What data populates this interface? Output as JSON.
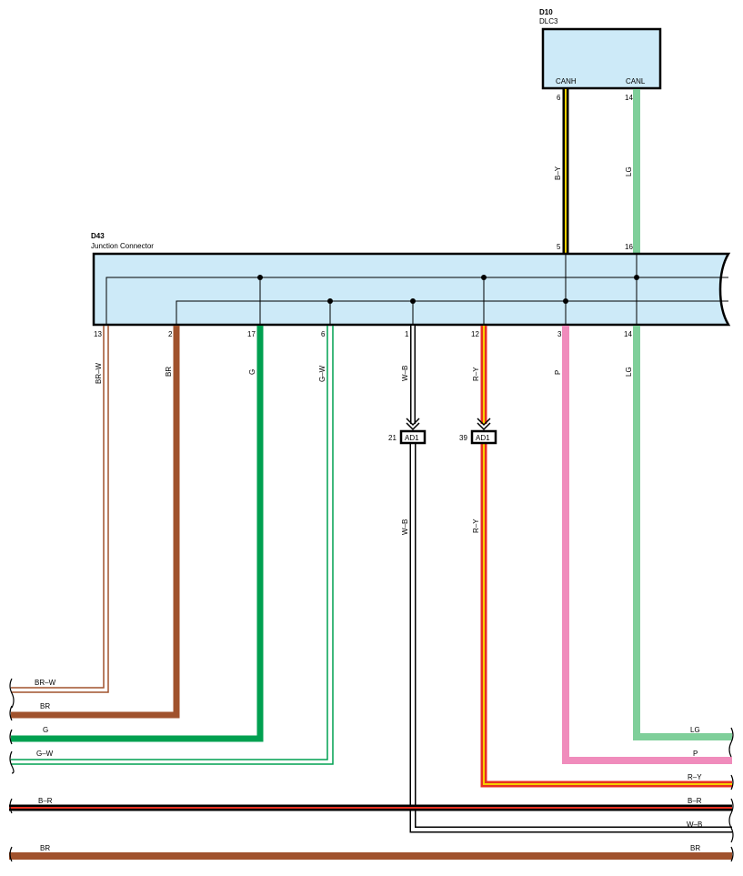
{
  "dlc": {
    "code": "D10",
    "name": "DLC3"
  },
  "junction": {
    "code": "D43",
    "name": "Junction Connector"
  },
  "dlc_pins": [
    {
      "signal": "CANH",
      "pin": "6",
      "wire": "B–Y"
    },
    {
      "signal": "CANL",
      "pin": "14",
      "wire": "LG"
    }
  ],
  "junction_top_pins": [
    "5",
    "16"
  ],
  "junction_bottom_pins": [
    {
      "pin": "13",
      "wire": "BR–W"
    },
    {
      "pin": "2",
      "wire": "BR"
    },
    {
      "pin": "17",
      "wire": "G"
    },
    {
      "pin": "6",
      "wire": "G–W"
    },
    {
      "pin": "1",
      "wire": "W–B"
    },
    {
      "pin": "12",
      "wire": "R–Y"
    },
    {
      "pin": "3",
      "wire": "P"
    },
    {
      "pin": "14",
      "wire": "LG"
    }
  ],
  "ground_connectors": [
    {
      "pin": "21",
      "code": "AD1",
      "wire": "W–B"
    },
    {
      "pin": "39",
      "code": "AD1",
      "wire": "R–Y"
    }
  ],
  "left_labels": [
    "BR–W",
    "BR",
    "G",
    "G–W",
    "B–R",
    "BR"
  ],
  "right_labels": [
    "LG",
    "P",
    "R–Y",
    "B–R",
    "W–B",
    "BR"
  ],
  "colors": {
    "connector_fill": "#cdeaf8",
    "brown": "#a0522d",
    "green": "#00a050",
    "light_green": "#7fcf9a",
    "pink": "#f08cbc",
    "red": "#e83020",
    "yellow": "#f5d000",
    "black": "#000000"
  }
}
